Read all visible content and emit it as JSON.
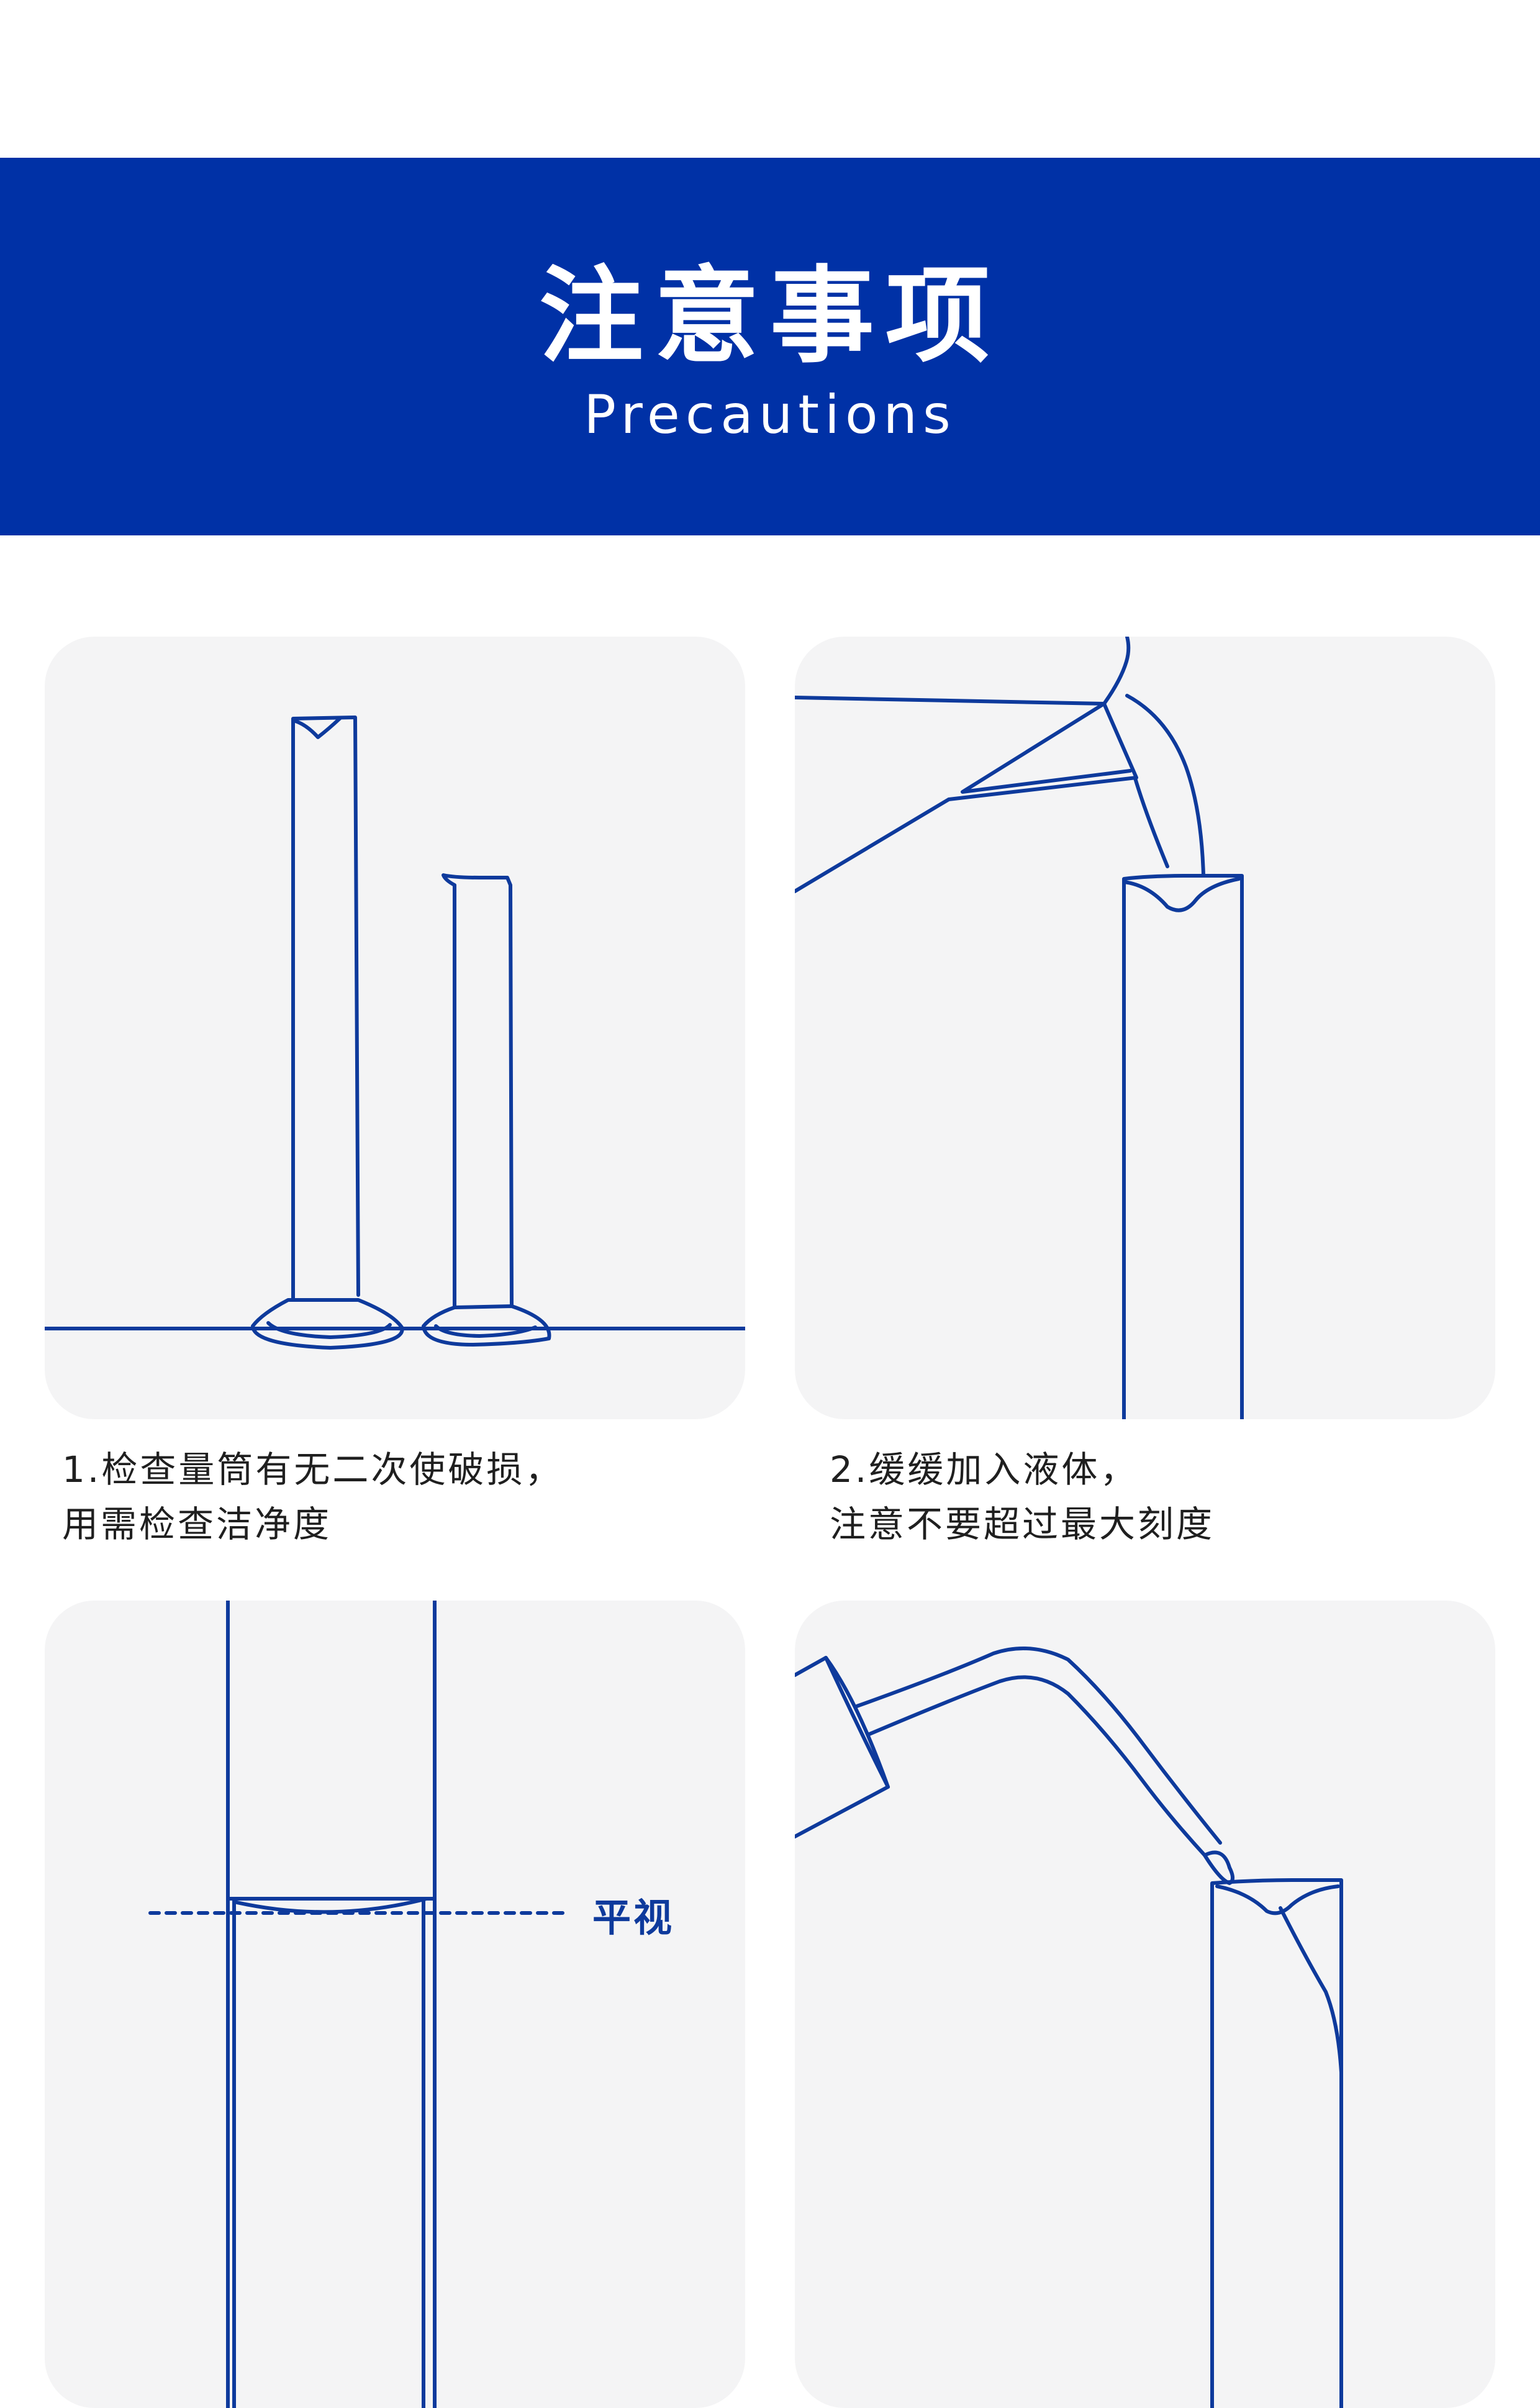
{
  "header": {
    "title": "注意事项",
    "subtitle": "Precautions"
  },
  "steps": [
    {
      "line1": "1.检查量筒有无二次使破损，",
      "line2": "用需检查洁净度"
    },
    {
      "line1": "2.缓缓加入液体，",
      "line2": "注意不要超过最大刻度"
    }
  ],
  "annotations": {
    "eye_level": "平视"
  },
  "colors": {
    "banner": "#0031A6",
    "line_art": "#0E3A9C",
    "card_bg": "#F4F4F5"
  }
}
